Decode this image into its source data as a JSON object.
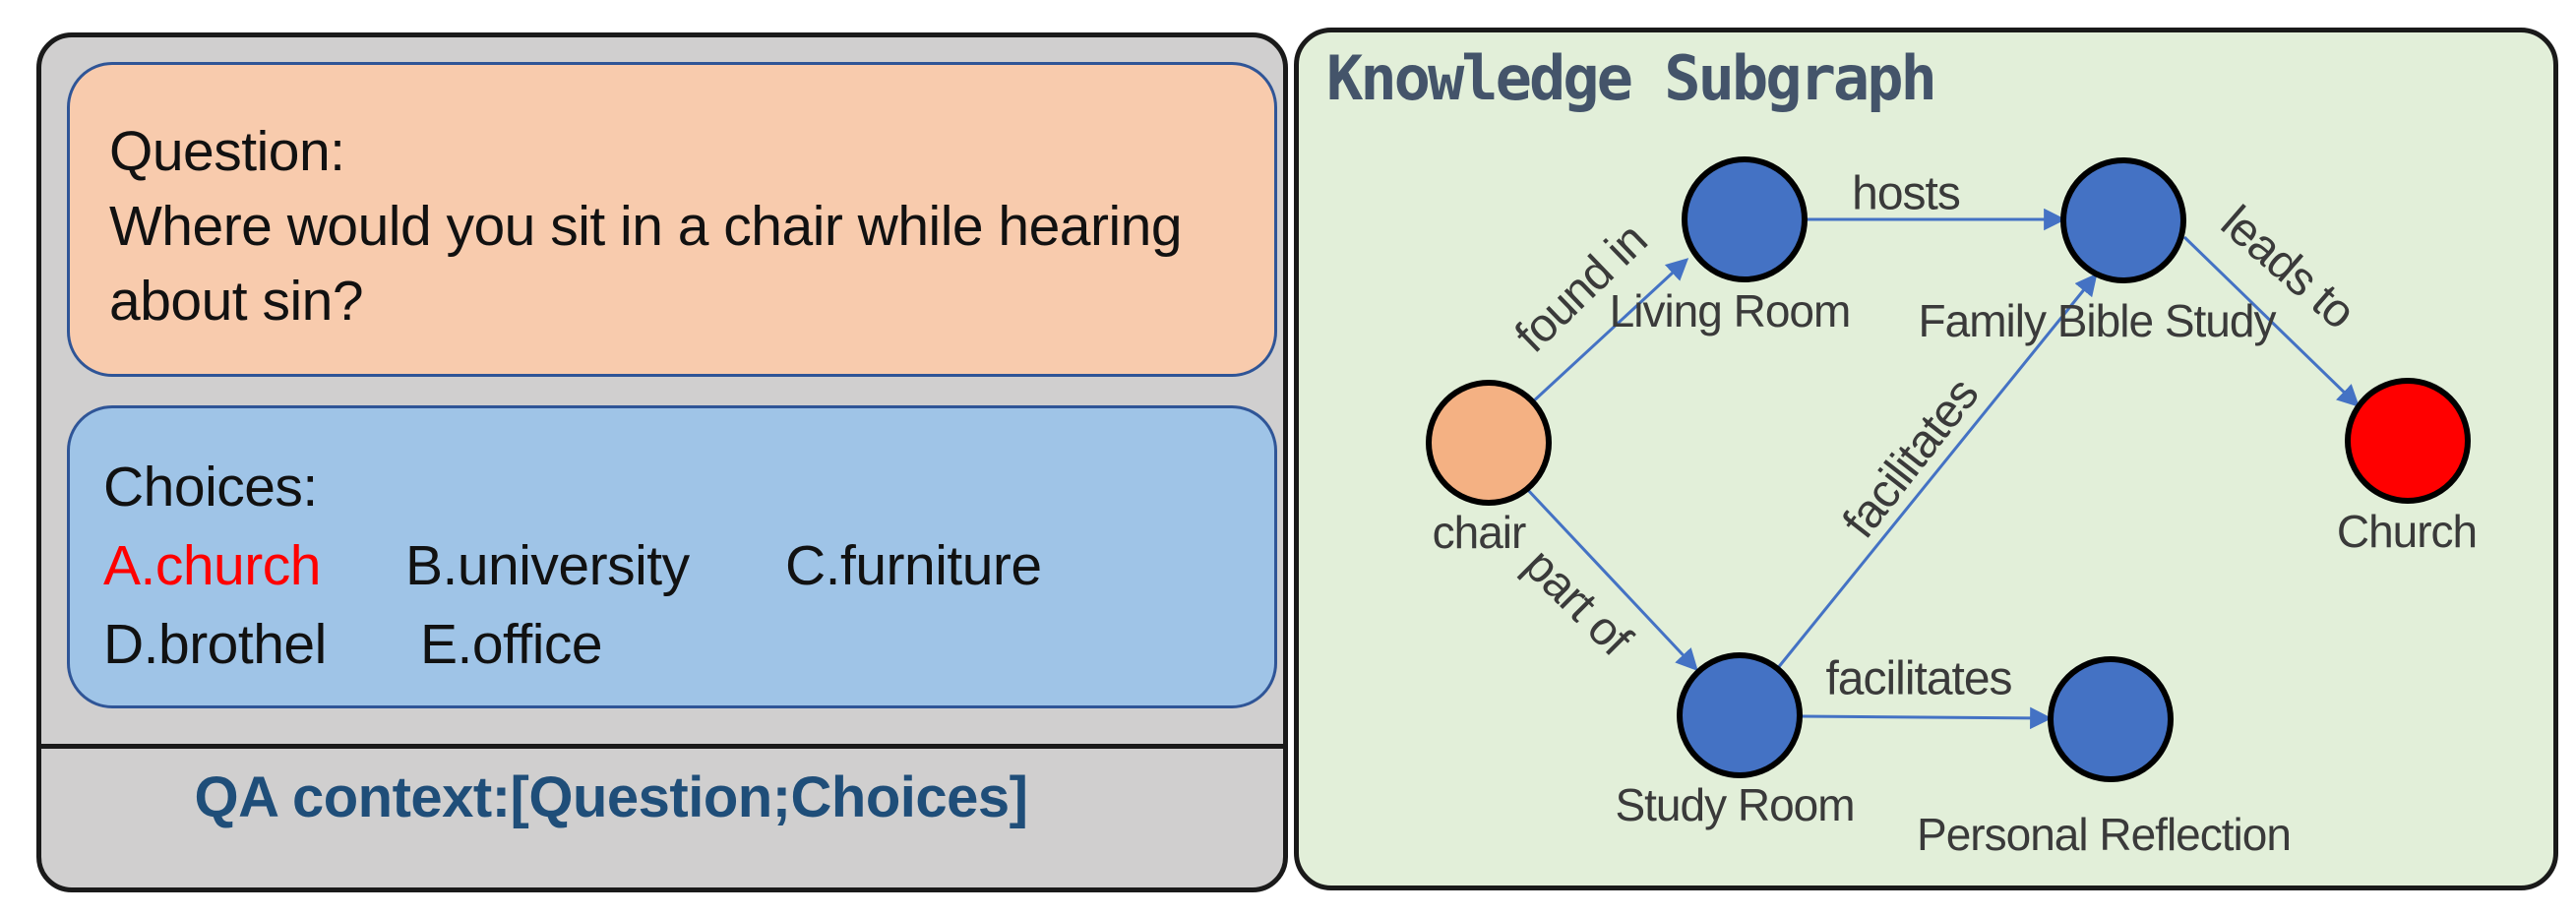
{
  "colors": {
    "page_bg": "#FFFFFF",
    "left_panel_bg": "#D0CFCF",
    "panel_border": "#1A1A1A",
    "question_box_bg": "#F8CBAD",
    "choices_box_bg": "#9FC4E7",
    "box_border": "#2F5597",
    "qa_text": "#1F4E79",
    "answer_red": "#FF0000",
    "kg_bg": "#E2EFD9",
    "kg_title": "#44546A",
    "edge_color": "#4472C4",
    "label_color": "#3A3A3A"
  },
  "qa_panel": {
    "question": {
      "label": "Question:",
      "text": "Where would you sit in a chair while hearing about sin?"
    },
    "choices": {
      "label": "Choices:",
      "items": [
        {
          "label": "A.church",
          "highlight": true
        },
        {
          "label": "B.university",
          "highlight": false
        },
        {
          "label": "C.furniture",
          "highlight": false
        },
        {
          "label": "D.brothel",
          "highlight": false
        },
        {
          "label": "E.office",
          "highlight": false
        }
      ]
    },
    "context_caption": "QA context:[Question;Choices]"
  },
  "knowledge_subgraph": {
    "title": "Knowledge Subgraph",
    "nodes": [
      {
        "id": "chair",
        "label": "chair",
        "color": "#F4B183"
      },
      {
        "id": "living_room",
        "label": "Living Room",
        "color": "#4472C4"
      },
      {
        "id": "family_bible_study",
        "label": "Family Bible Study",
        "color": "#4472C4"
      },
      {
        "id": "church",
        "label": "Church",
        "color": "#FF0000"
      },
      {
        "id": "study_room",
        "label": "Study Room",
        "color": "#4472C4"
      },
      {
        "id": "personal_reflection",
        "label": "Personal Reflection",
        "color": "#4472C4"
      }
    ],
    "edges": [
      {
        "from": "chair",
        "to": "living_room",
        "label": "found in"
      },
      {
        "from": "living_room",
        "to": "family_bible_study",
        "label": "hosts"
      },
      {
        "from": "family_bible_study",
        "to": "church",
        "label": "leads to"
      },
      {
        "from": "chair",
        "to": "study_room",
        "label": "part of"
      },
      {
        "from": "study_room",
        "to": "family_bible_study",
        "label": "facilitates"
      },
      {
        "from": "study_room",
        "to": "personal_reflection",
        "label": "facilitates"
      }
    ]
  }
}
